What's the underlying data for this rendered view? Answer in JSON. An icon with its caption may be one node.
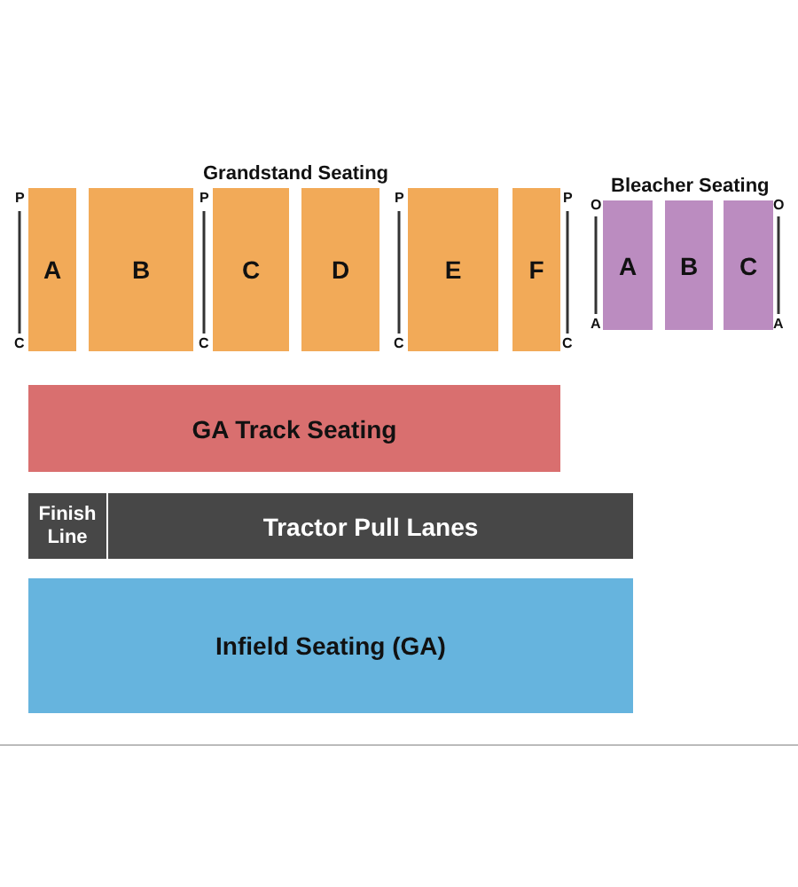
{
  "diagram": {
    "nodes": [
      {
        "text": [
          "A"
        ]
      },
      {
        "text": [
          "B"
        ]
      },
      {
        "text": [
          "C"
        ]
      },
      {
        "text": [
          "D"
        ]
      },
      {
        "text": [
          "E"
        ]
      },
      {
        "text": [
          "F"
        ]
      },
      {
        "text": [
          "A"
        ]
      },
      {
        "text": [
          "B"
        ]
      },
      {
        "text": [
          "C"
        ]
      },
      {
        "text": [
          "GA Track Seating"
        ]
      },
      {
        "text": [
          "Finish Line"
        ]
      },
      {
        "text": [
          "Tractor Pull Lanes"
        ]
      },
      {
        "text": [
          "Infield Seating (GA)"
        ]
      }
    ],
    "edges": [],
    "labels": [
      "Grandstand Seating",
      "Bleacher Seating",
      "P",
      "P",
      "P",
      "P",
      "O",
      "O",
      "C",
      "C",
      "C",
      "C",
      "A",
      "A"
    ]
  }
}
